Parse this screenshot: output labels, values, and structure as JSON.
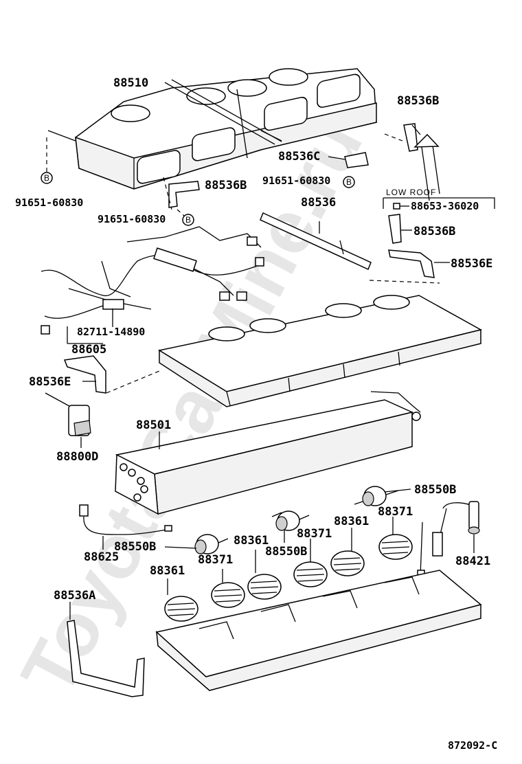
{
  "watermark": "ToyotaCarMine.ru",
  "diagram_code": "872092-C",
  "callouts": {
    "p88510": "88510",
    "p88536b_tr": "88536B",
    "p88536c": "88536C",
    "p91651_r": "91651-60830",
    "b_r": "B",
    "b_l": "B",
    "p91651_l": "91651-60830",
    "p88536b_m": "88536B",
    "p91651_m": "91651-60830",
    "b_m": "B",
    "low_roof": "LOW ROOF",
    "p88653": "88653-36020",
    "p88536": "88536",
    "p88536b_r2": "88536B",
    "p88536e_r": "88536E",
    "p82711": "82711-14890",
    "p88605": "88605",
    "p88536e_l": "88536E",
    "p88501": "88501",
    "p88800d": "88800D",
    "p88550b_r": "88550B",
    "p88361_r": "88361",
    "p88371_r": "88371",
    "p88421": "88421",
    "p88371_m": "88371",
    "p88550b_m": "88550B",
    "p88361_m": "88361",
    "p88625": "88625",
    "p88550b_l": "88550B",
    "p88371_l": "88371",
    "p88361_l": "88361",
    "p88536a": "88536A"
  }
}
